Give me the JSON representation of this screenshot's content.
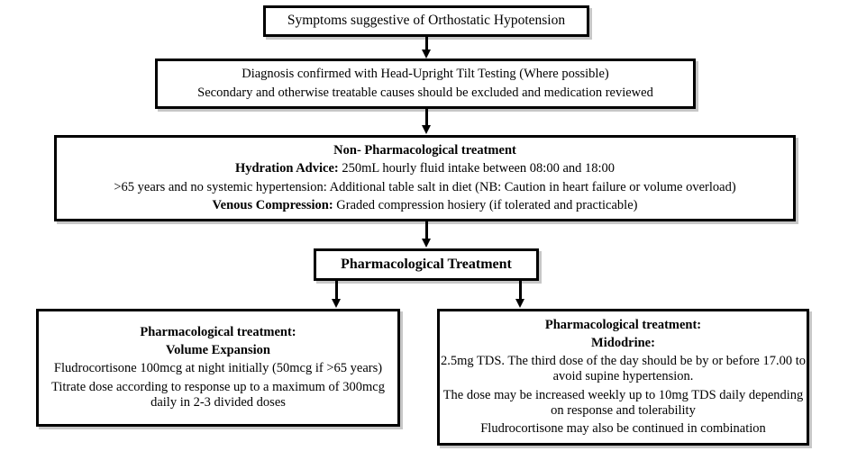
{
  "diagram": {
    "title": "Orthostatic Hypotension management flowchart",
    "type": "flowchart",
    "colors": {
      "box_border": "#000000",
      "box_background": "#ffffff",
      "text": "#000000",
      "connector": "#000000"
    },
    "nodes": {
      "symptoms": {
        "text": "Symptoms suggestive of Orthostatic Hypotension"
      },
      "diagnosis": {
        "line1": "Diagnosis confirmed with Head-Upright Tilt Testing (Where possible)",
        "line2": "Secondary and otherwise treatable causes should be excluded and medication reviewed"
      },
      "non_pharmacological": {
        "heading": "Non- Pharmacological treatment",
        "hydration_label": "Hydration Advice:",
        "hydration_text": " 250mL hourly fluid intake between 08:00 and 18:00",
        "salt_text": ">65 years and no systemic hypertension: Additional table salt in diet (NB: Caution in heart failure or volume overload)",
        "compression_label": "Venous Compression:",
        "compression_text": " Graded compression hosiery (if tolerated and practicable)"
      },
      "pharmacological": {
        "heading": "Pharmacological Treatment"
      },
      "volume_expansion": {
        "heading1": "Pharmacological treatment:",
        "heading2": "Volume Expansion",
        "line1": "Fludrocortisone 100mcg at night initially (50mcg if >65 years)",
        "line2": "Titrate dose according to response up to a maximum of 300mcg daily in 2-3 divided doses"
      },
      "midodrine": {
        "heading1": "Pharmacological treatment:",
        "heading2": "Midodrine:",
        "line1": "2.5mg TDS. The third dose of the day should be by or before 17.00 to avoid supine hypertension.",
        "line2": "The dose may be increased weekly up to 10mg TDS daily depending on response and tolerability",
        "line3": "Fludrocortisone may also be continued in combination"
      }
    },
    "connectors": [
      {
        "name": "symptoms-to-diagnosis",
        "from": "symptoms",
        "to": "diagnosis",
        "style": "arrow-down"
      },
      {
        "name": "diagnosis-to-nonpharm",
        "from": "diagnosis",
        "to": "non_pharmacological",
        "style": "arrow-down"
      },
      {
        "name": "nonpharm-to-pharm",
        "from": "non_pharmacological",
        "to": "pharmacological",
        "style": "arrow-down"
      },
      {
        "name": "pharm-to-volume",
        "from": "pharmacological",
        "to": "volume_expansion",
        "style": "arrow-down"
      },
      {
        "name": "pharm-to-midodrine",
        "from": "pharmacological",
        "to": "midodrine",
        "style": "arrow-down"
      }
    ]
  }
}
